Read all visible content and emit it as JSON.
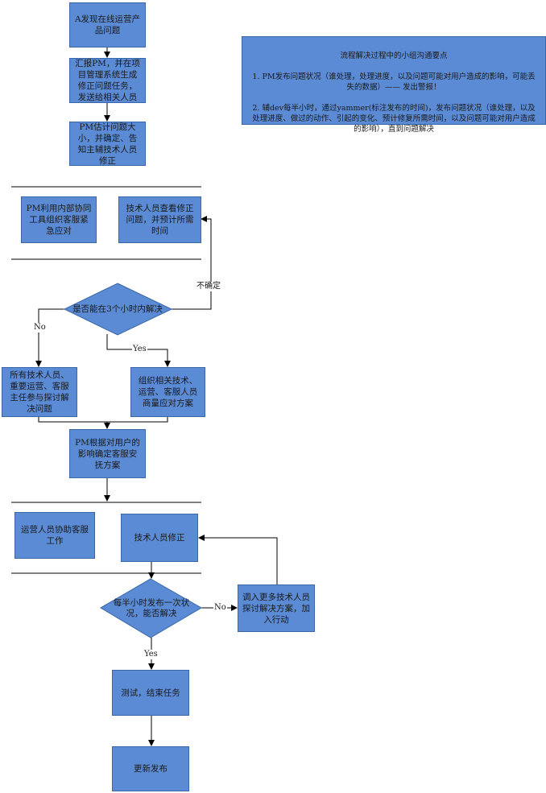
{
  "nodes": {
    "n1": "A发现在线运营产品问题",
    "n2": "汇报PM，并在项目管理系统生成修正问题任务，发送给相关人员",
    "n3": "PM估计问题大小，并确定、告知主辅技术人员修正",
    "n4": "PM利用内部协同工具组织客服紧急应对",
    "n5": "技术人员查看修正问题，并预计所需时间",
    "d1": "是否能在3个小时内解决",
    "n6": "所有技术人员、重要运营、客服主任参与探讨解决问题",
    "n7": "组织相关技术、运营、客服人员商量应对方案",
    "n8": "PM根据对用户的影响确定客服安抚方案",
    "n9": "运营人员协助客服工作",
    "n10": "技术人员修正",
    "d2": "每半小时发布一次状况，能否解决",
    "n11": "调入更多技术人员探讨解决方案，加入行动",
    "n12": "测试，结束任务",
    "n13": "更新发布"
  },
  "edge_labels": {
    "uncertain": "不确定",
    "no1": "No",
    "yes1": "Yes",
    "no2": "No",
    "yes2": "Yes"
  },
  "note": {
    "title": "流程解决过程中的小组沟通要点",
    "point1": "1. PM发布问题状况（谁处理，处理进度，以及问题可能对用户造成的影响，可能丢失的数据）——  发出警报！",
    "point2": "2. 辅dev每半小时，通过yammer(标注发布的时间)，发布问题状况（谁处理，以及处理进度、做过的动作、引起的变化、预计修复所需时间，以及问题可能对用户造成的影响），直到问题解决"
  },
  "colors": {
    "box_fill": "#5b8bd4",
    "box_border": "#3a67a8",
    "line": "#000000"
  }
}
